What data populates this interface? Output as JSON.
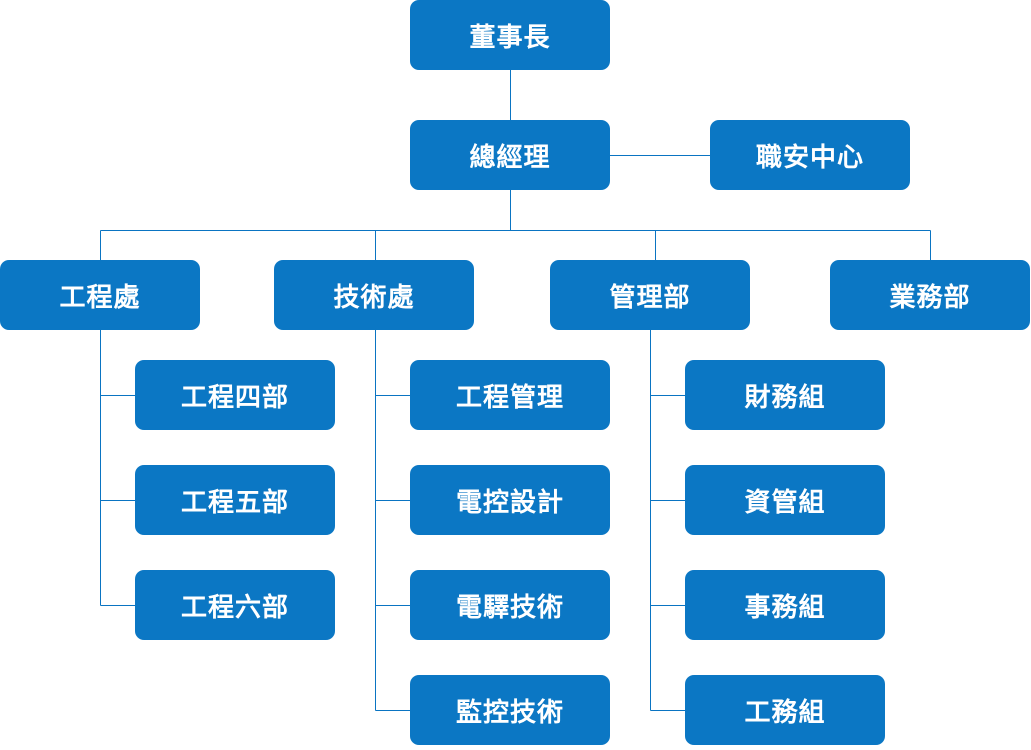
{
  "colors": {
    "box": "#0b77c4",
    "line": "#0a74c2",
    "text": "#ffffff"
  },
  "org": {
    "chairman": "董事長",
    "general_manager": "總經理",
    "safety_center": "職安中心",
    "engineering_division": {
      "label": "工程處",
      "units": [
        "工程四部",
        "工程五部",
        "工程六部"
      ]
    },
    "technical_division": {
      "label": "技術處",
      "units": [
        "工程管理",
        "電控設計",
        "電驛技術",
        "監控技術"
      ]
    },
    "management_department": {
      "label": "管理部",
      "units": [
        "財務組",
        "資管組",
        "事務組",
        "工務組"
      ]
    },
    "business_department": {
      "label": "業務部"
    }
  }
}
